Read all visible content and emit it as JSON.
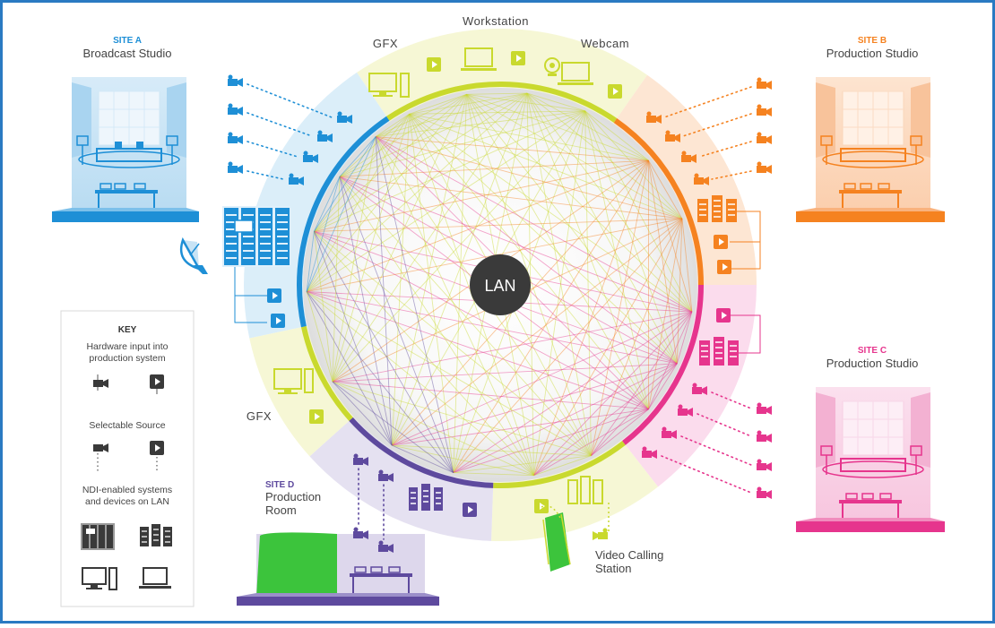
{
  "center": {
    "label": "LAN"
  },
  "labels": {
    "workstation": "Workstation",
    "gfx_top": "GFX",
    "webcam": "Webcam",
    "gfx_left": "GFX"
  },
  "sites": {
    "a": {
      "tag": "SITE A",
      "name": "Broadcast Studio"
    },
    "b": {
      "tag": "SITE B",
      "name": "Production Studio"
    },
    "c": {
      "tag": "SITE C",
      "name": "Production Studio"
    },
    "d": {
      "tag": "SITE D",
      "name_line1": "Production",
      "name_line2": "Room"
    }
  },
  "video_calling": {
    "line1": "Video Calling",
    "line2": "Station"
  },
  "key": {
    "title": "KEY",
    "hardware_line1": "Hardware input into",
    "hardware_line2": "production system",
    "selectable": "Selectable Source",
    "ndi_line1": "NDI-enabled systems",
    "ndi_line2": "and devices on LAN"
  },
  "colors": {
    "site_a": "#1e8fd6",
    "site_b": "#f58220",
    "site_c": "#e6358d",
    "site_d": "#5e4a9e",
    "lime": "#c9d92e",
    "dark": "#3a3a3a",
    "green_screen": "#3cc43c",
    "frame": "#2a7ac2"
  }
}
